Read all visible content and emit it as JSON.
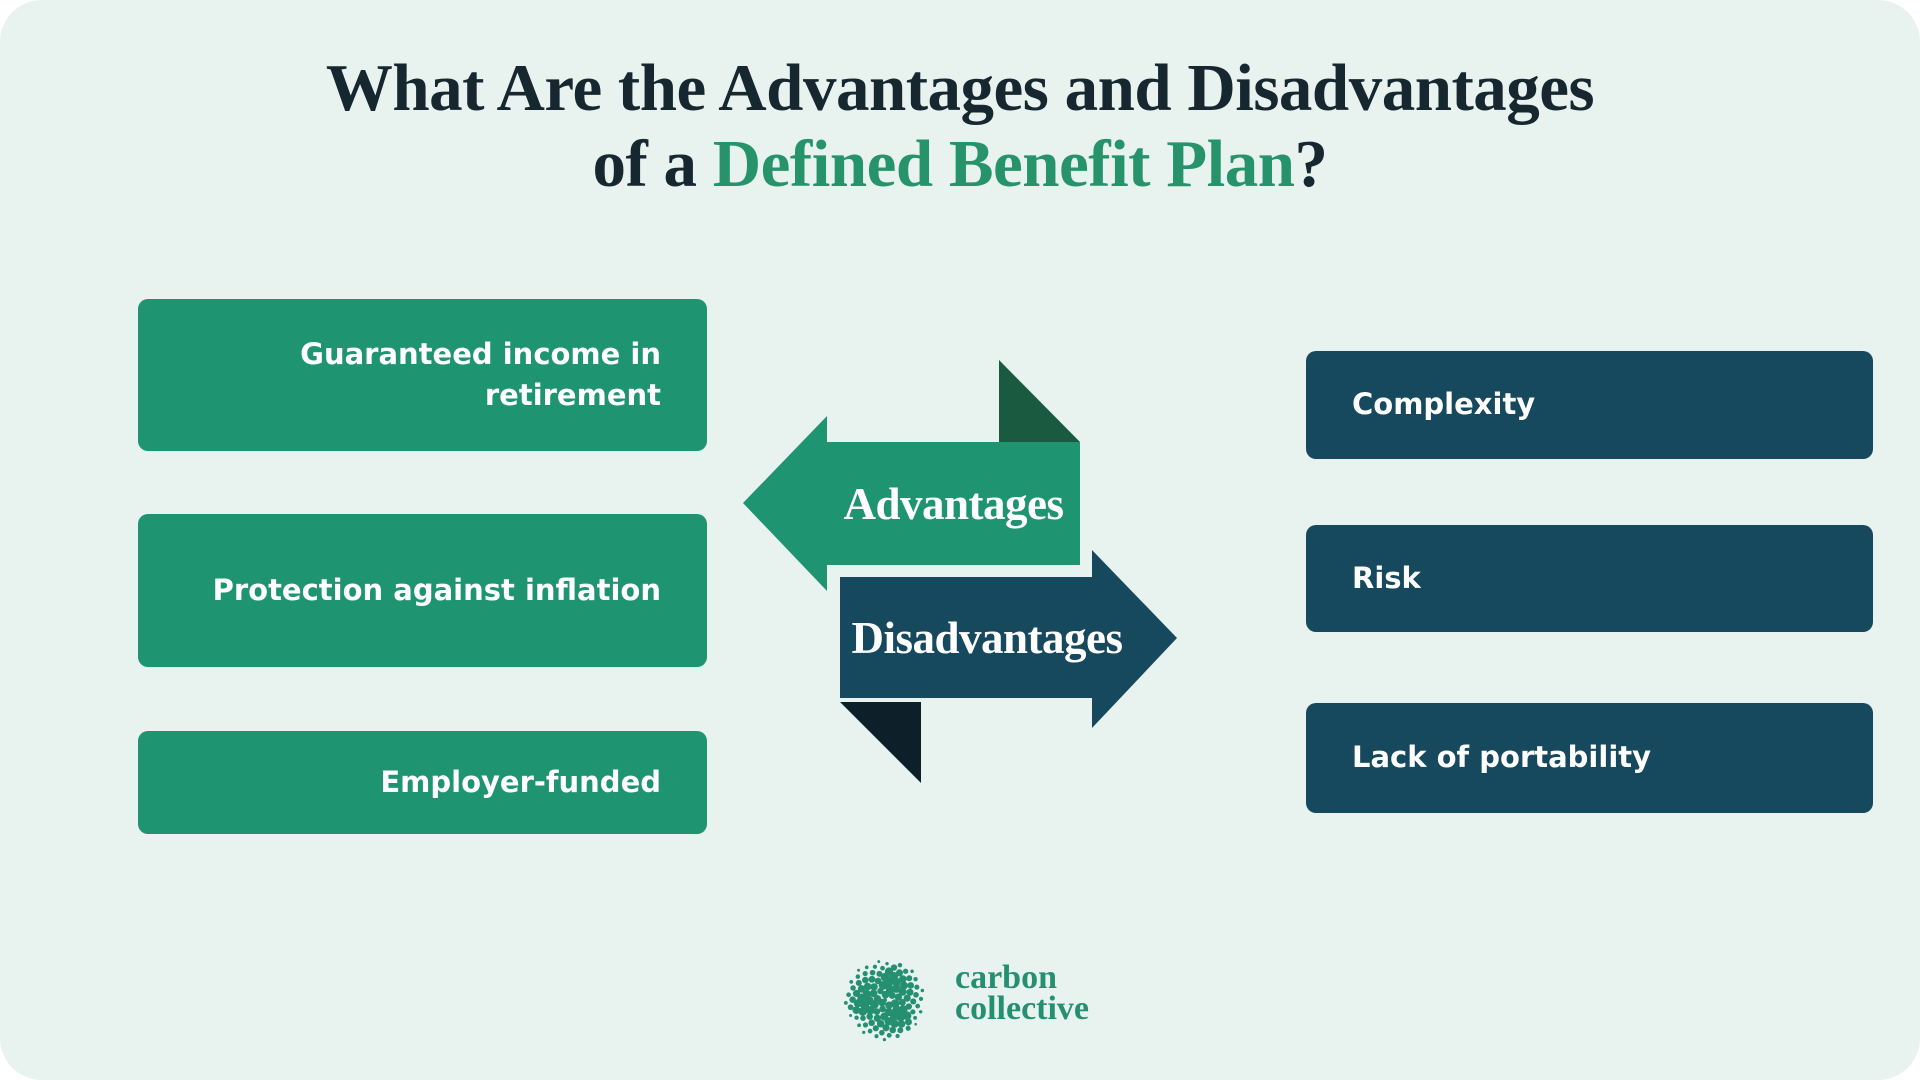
{
  "title": {
    "line1": "What Are the Advantages and Disadvantages",
    "line2_prefix": "of a ",
    "line2_highlight": "Defined Benefit Plan",
    "line2_suffix": "?"
  },
  "advantages": {
    "arrow_label": "Advantages",
    "items": [
      "Guaranteed income in retirement",
      "Protection against inflation",
      "Employer-funded"
    ]
  },
  "disadvantages": {
    "arrow_label": "Disadvantages",
    "items": [
      "Complexity",
      "Risk",
      "Lack of portability"
    ]
  },
  "logo": {
    "line1": "carbon",
    "line2": "collective"
  },
  "colors": {
    "bg": "#e8f2ef",
    "green": "#1f9470",
    "dark-green": "#1a5a40",
    "teal": "#17495e",
    "navy": "#0d202a",
    "title-dark": "#16272f",
    "title-green": "#27936b",
    "logo-green": "#259070",
    "text-white": "#ffffff"
  }
}
